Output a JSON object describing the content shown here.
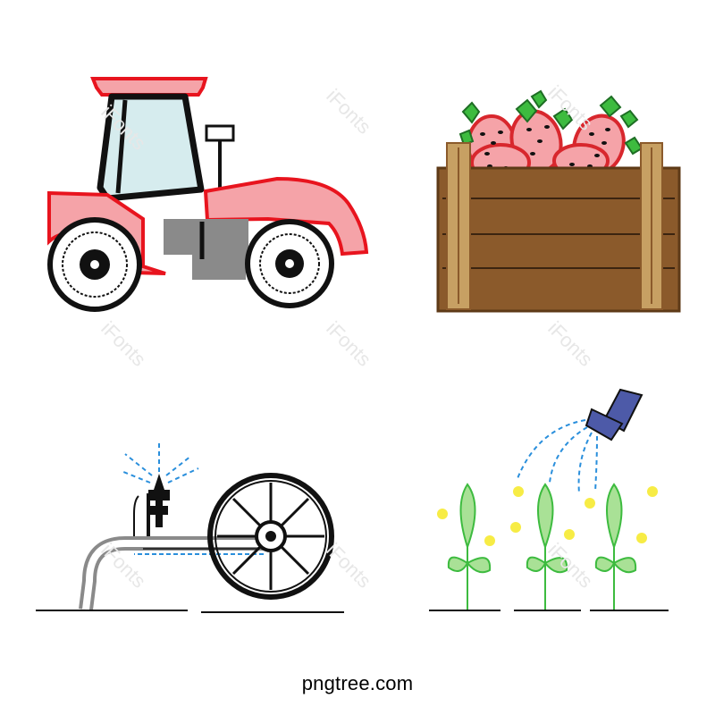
{
  "footer": {
    "brand": "pngtree.com"
  },
  "watermark": {
    "text": "iFonts"
  },
  "colors": {
    "tractor_red": "#e8141e",
    "tractor_pink": "#f5a3a8",
    "tractor_glass": "#d6ecee",
    "tractor_grey": "#8a8a8a",
    "crate_wood": "#8b5a2b",
    "crate_light": "#c7a063",
    "berry_red": "#d8272d",
    "leaf_green": "#3dbb3f",
    "hose_grey": "#9a9a9a",
    "water_blue": "#2a8fdc",
    "nozzle_blue": "#4d5aa8",
    "sprout_green": "#7fcc6a",
    "sparkle_yellow": "#f7ec45",
    "watermark": "#e7e7e7",
    "ink": "#111111"
  },
  "illustrations": [
    {
      "id": "tractor",
      "icon": "tractor-icon"
    },
    {
      "id": "strawberry-crate",
      "icon": "fruit-crate-icon"
    },
    {
      "id": "irrigation-reel",
      "icon": "sprinkler-reel-icon"
    },
    {
      "id": "watering-seedlings",
      "icon": "watering-sprouts-icon"
    }
  ]
}
